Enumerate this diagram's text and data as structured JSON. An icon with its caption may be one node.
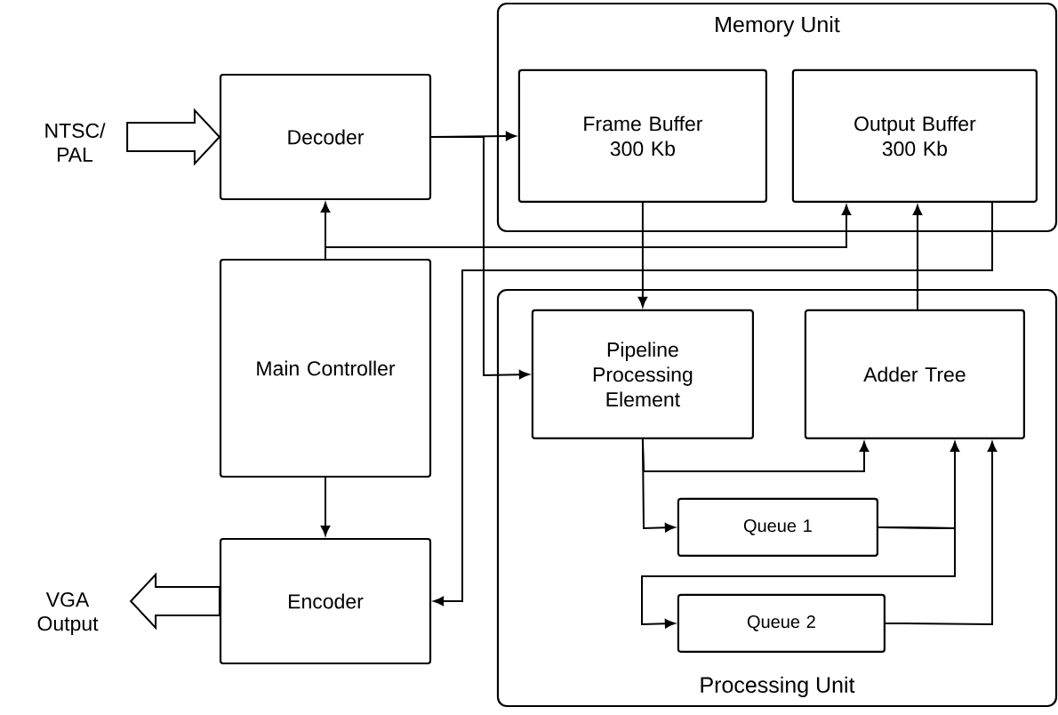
{
  "diagram": {
    "nodes": [
      {
        "text": [
          "NTSC/ PAL"
        ]
      },
      {
        "text": [
          "Decoder"
        ]
      },
      {
        "text": [
          "Main Controller"
        ]
      },
      {
        "text": [
          "Encoder"
        ]
      },
      {
        "text": [
          "VGA Output"
        ]
      },
      {
        "text": [
          "Memory Unit"
        ]
      },
      {
        "text": [
          "Frame Buffer 300 Kb"
        ],
        "in": 5
      },
      {
        "text": [
          "Output Buffer 300 Kb"
        ],
        "in": 5
      },
      {
        "text": [
          "Processing Unit"
        ]
      },
      {
        "text": [
          "Pipeline Processing Element"
        ],
        "in": 8
      },
      {
        "text": [
          "Adder Tree"
        ],
        "in": 8
      },
      {
        "text": [
          "Queue 1"
        ],
        "in": 8
      },
      {
        "text": [
          "Queue 2"
        ],
        "in": 8
      }
    ],
    "edges": [
      {
        "from": 0,
        "to": 1,
        "arrow": "to"
      },
      {
        "from": 3,
        "to": 4,
        "arrow": "to"
      },
      {
        "from": 1,
        "to": 6,
        "arrow": "to"
      },
      {
        "from": 1,
        "to": 9,
        "arrow": "to"
      },
      {
        "from": 2,
        "to": 1,
        "arrow": "to"
      },
      {
        "from": 2,
        "to": 7,
        "arrow": "to"
      },
      {
        "from": 2,
        "to": 3,
        "arrow": "to"
      },
      {
        "from": 7,
        "to": 3,
        "arrow": "to"
      },
      {
        "from": 6,
        "to": 9,
        "arrow": "to"
      },
      {
        "from": 10,
        "to": 7,
        "arrow": "to"
      },
      {
        "from": 9,
        "to": 10,
        "arrow": "to"
      },
      {
        "from": 9,
        "to": 11,
        "arrow": "to"
      },
      {
        "from": 11,
        "to": 10,
        "arrow": "to"
      },
      {
        "from": 11,
        "to": 12,
        "arrow": "to"
      },
      {
        "from": 12,
        "to": 10,
        "arrow": "to"
      }
    ]
  }
}
